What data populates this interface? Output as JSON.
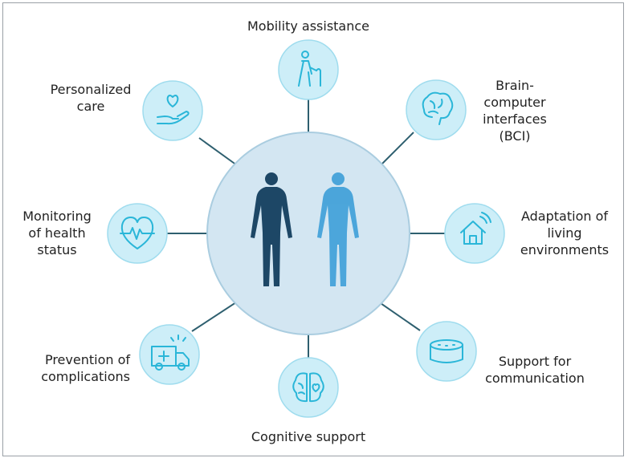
{
  "colors": {
    "node_fill": "#cdeef8",
    "node_stroke": "#9fdcee",
    "icon_stroke": "#2ab6d8",
    "connector": "#2e5f6f",
    "hub_fill": "#d3e6f2",
    "hub_stroke": "#aacde0",
    "figure_dark": "#1d4766",
    "figure_light": "#3d9fd8"
  },
  "nodes": [
    {
      "key": "mobility",
      "label": "Mobility assistance",
      "icon": "person-with-cane-icon"
    },
    {
      "key": "bci",
      "label": "Brain-\ncomputer\ninterfaces\n(BCI)",
      "icon": "brain-icon"
    },
    {
      "key": "living",
      "label": "Adaptation of\nliving\nenvironments",
      "icon": "smart-home-icon"
    },
    {
      "key": "communication",
      "label": "Support for\ncommunication",
      "icon": "smart-speaker-icon"
    },
    {
      "key": "cognitive",
      "label": "Cognitive support",
      "icon": "brain-heart-icon"
    },
    {
      "key": "prevention",
      "label": "Prevention of\ncomplications",
      "icon": "ambulance-icon"
    },
    {
      "key": "monitoring",
      "label": "Monitoring\nof health\nstatus",
      "icon": "heart-pulse-icon"
    },
    {
      "key": "care",
      "label": "Personalized\ncare",
      "icon": "hand-heart-icon"
    }
  ],
  "hub": {
    "icon": "human-figures-icon"
  }
}
